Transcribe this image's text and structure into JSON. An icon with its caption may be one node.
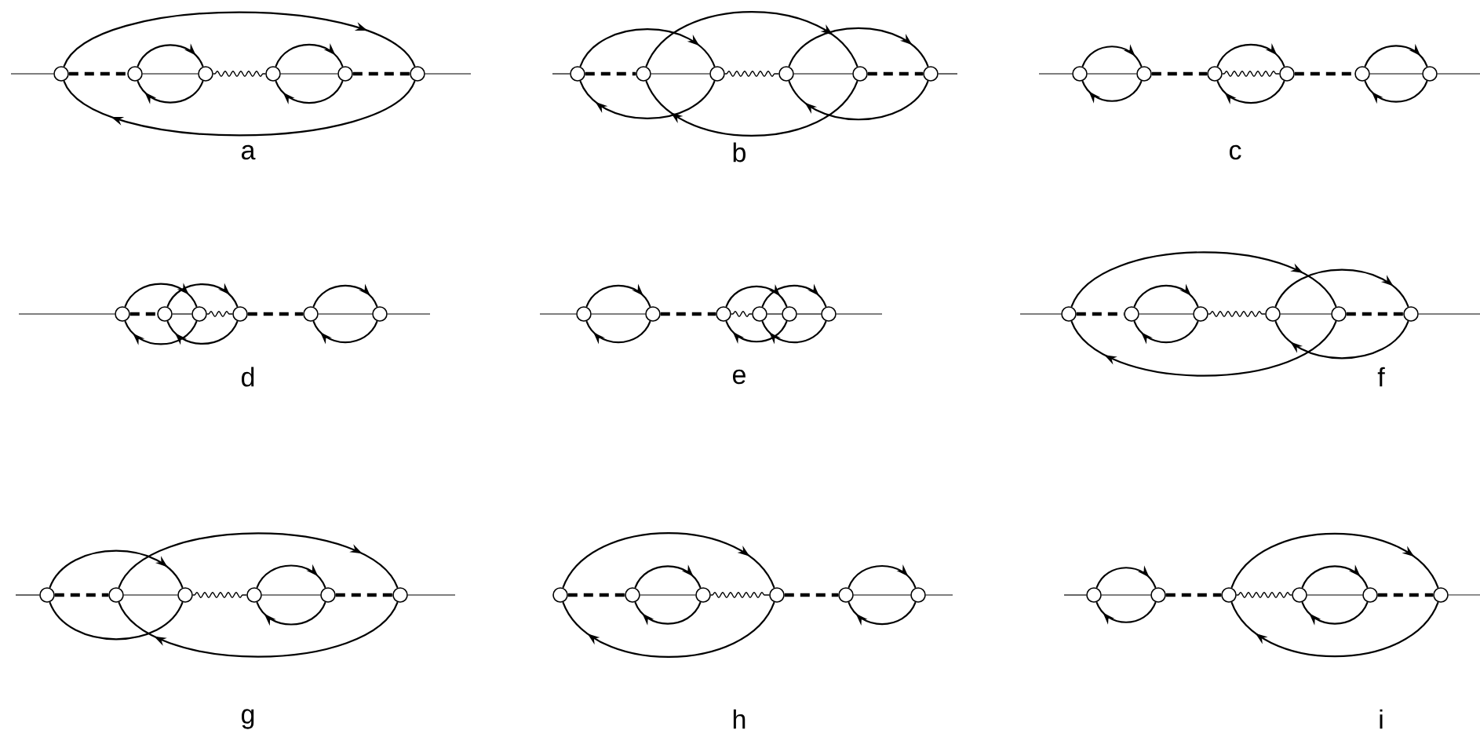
{
  "diagram": {
    "nodes": [
      {
        "text": [],
        "shape": "circle"
      },
      {
        "text": [],
        "shape": "circle"
      },
      {
        "text": [],
        "shape": "circle"
      },
      {
        "text": [],
        "shape": "circle"
      },
      {
        "text": [],
        "shape": "circle"
      },
      {
        "text": [],
        "shape": "circle"
      },
      {
        "text": [],
        "shape": "circle"
      },
      {
        "text": [],
        "shape": "circle"
      },
      {
        "text": [],
        "shape": "circle"
      },
      {
        "text": [],
        "shape": "circle"
      },
      {
        "text": [],
        "shape": "circle"
      },
      {
        "text": [],
        "shape": "circle"
      },
      {
        "text": [],
        "shape": "circle"
      },
      {
        "text": [],
        "shape": "circle"
      },
      {
        "text": [],
        "shape": "circle"
      },
      {
        "text": [],
        "shape": "circle"
      },
      {
        "text": [],
        "shape": "circle"
      },
      {
        "text": [],
        "shape": "circle"
      },
      {
        "text": [],
        "shape": "circle"
      },
      {
        "text": [],
        "shape": "circle"
      },
      {
        "text": [],
        "shape": "circle"
      },
      {
        "text": [],
        "shape": "circle"
      },
      {
        "text": [],
        "shape": "circle"
      },
      {
        "text": [],
        "shape": "circle"
      },
      {
        "text": [],
        "shape": "circle"
      },
      {
        "text": [],
        "shape": "circle"
      },
      {
        "text": [],
        "shape": "circle"
      },
      {
        "text": [],
        "shape": "circle"
      },
      {
        "text": [],
        "shape": "circle"
      },
      {
        "text": [],
        "shape": "circle"
      },
      {
        "text": [],
        "shape": "circle"
      },
      {
        "text": [],
        "shape": "circle"
      },
      {
        "text": [],
        "shape": "circle"
      },
      {
        "text": [],
        "shape": "circle"
      },
      {
        "text": [],
        "shape": "circle"
      },
      {
        "text": [],
        "shape": "circle"
      },
      {
        "text": [],
        "shape": "circle"
      },
      {
        "text": [],
        "shape": "circle"
      },
      {
        "text": [],
        "shape": "circle"
      },
      {
        "text": [],
        "shape": "circle"
      },
      {
        "text": [],
        "shape": "circle"
      },
      {
        "text": [],
        "shape": "circle"
      },
      {
        "text": [],
        "shape": "circle"
      },
      {
        "text": [],
        "shape": "circle"
      },
      {
        "text": [],
        "shape": "circle"
      },
      {
        "text": [],
        "shape": "circle"
      },
      {
        "text": [],
        "shape": "circle"
      },
      {
        "text": [],
        "shape": "circle"
      },
      {
        "text": [],
        "shape": "circle"
      },
      {
        "text": [],
        "shape": "circle"
      },
      {
        "text": [],
        "shape": "circle"
      },
      {
        "text": [],
        "shape": "circle"
      },
      {
        "text": [],
        "shape": "circle"
      },
      {
        "text": [],
        "shape": "circle"
      }
    ],
    "edges": [
      {
        "from": null,
        "to": 0,
        "arrow": "none"
      },
      {
        "from": 0,
        "to": 1,
        "arrow": "none",
        "style": "dashed"
      },
      {
        "from": 1,
        "to": 2,
        "arrow": "none"
      },
      {
        "from": 1,
        "to": 2,
        "arrow": "to"
      },
      {
        "from": 2,
        "to": 1,
        "arrow": "to"
      },
      {
        "from": 2,
        "to": 3,
        "arrow": "none"
      },
      {
        "from": 3,
        "to": 4,
        "arrow": "none"
      },
      {
        "from": 3,
        "to": 4,
        "arrow": "to"
      },
      {
        "from": 4,
        "to": 3,
        "arrow": "to"
      },
      {
        "from": 4,
        "to": 5,
        "arrow": "none",
        "style": "dashed"
      },
      {
        "from": 5,
        "to": null,
        "arrow": "none"
      },
      {
        "from": 0,
        "to": 5,
        "arrow": "to"
      },
      {
        "from": 5,
        "to": 0,
        "arrow": "to"
      },
      {
        "from": null,
        "to": 6,
        "arrow": "none"
      },
      {
        "from": 6,
        "to": 7,
        "arrow": "none",
        "style": "dashed"
      },
      {
        "from": 7,
        "to": 8,
        "arrow": "none"
      },
      {
        "from": 8,
        "to": 9,
        "arrow": "none"
      },
      {
        "from": 9,
        "to": 10,
        "arrow": "none"
      },
      {
        "from": 10,
        "to": 11,
        "arrow": "none",
        "style": "dashed"
      },
      {
        "from": 11,
        "to": null,
        "arrow": "none"
      },
      {
        "from": 6,
        "to": 8,
        "arrow": "to"
      },
      {
        "from": 8,
        "to": 6,
        "arrow": "to"
      },
      {
        "from": 7,
        "to": 10,
        "arrow": "to"
      },
      {
        "from": 10,
        "to": 7,
        "arrow": "to"
      },
      {
        "from": 9,
        "to": 11,
        "arrow": "to"
      },
      {
        "from": 11,
        "to": 9,
        "arrow": "to"
      },
      {
        "from": null,
        "to": 12,
        "arrow": "none"
      },
      {
        "from": 12,
        "to": 13,
        "arrow": "none"
      },
      {
        "from": 12,
        "to": 13,
        "arrow": "to"
      },
      {
        "from": 13,
        "to": 12,
        "arrow": "to"
      },
      {
        "from": 13,
        "to": 14,
        "arrow": "none",
        "style": "dashed"
      },
      {
        "from": 14,
        "to": 15,
        "arrow": "none"
      },
      {
        "from": 14,
        "to": 15,
        "arrow": "to"
      },
      {
        "from": 15,
        "to": 14,
        "arrow": "to"
      },
      {
        "from": 15,
        "to": 16,
        "arrow": "none",
        "style": "dashed"
      },
      {
        "from": 16,
        "to": 17,
        "arrow": "none"
      },
      {
        "from": 16,
        "to": 17,
        "arrow": "to"
      },
      {
        "from": 17,
        "to": 16,
        "arrow": "to"
      },
      {
        "from": 17,
        "to": null,
        "arrow": "none"
      },
      {
        "from": null,
        "to": 18,
        "arrow": "none"
      },
      {
        "from": 18,
        "to": 19,
        "arrow": "none",
        "style": "dashed"
      },
      {
        "from": 19,
        "to": 20,
        "arrow": "none"
      },
      {
        "from": 20,
        "to": 21,
        "arrow": "none"
      },
      {
        "from": 21,
        "to": 22,
        "arrow": "none",
        "style": "dashed"
      },
      {
        "from": 22,
        "to": 23,
        "arrow": "none"
      },
      {
        "from": 22,
        "to": 23,
        "arrow": "to"
      },
      {
        "from": 23,
        "to": 22,
        "arrow": "to"
      },
      {
        "from": 23,
        "to": null,
        "arrow": "none"
      },
      {
        "from": 18,
        "to": 20,
        "arrow": "to"
      },
      {
        "from": 20,
        "to": 18,
        "arrow": "to"
      },
      {
        "from": 19,
        "to": 21,
        "arrow": "to"
      },
      {
        "from": 21,
        "to": 19,
        "arrow": "to"
      },
      {
        "from": null,
        "to": 24,
        "arrow": "none"
      },
      {
        "from": 24,
        "to": 25,
        "arrow": "none"
      },
      {
        "from": 24,
        "to": 25,
        "arrow": "to"
      },
      {
        "from": 25,
        "to": 24,
        "arrow": "to"
      },
      {
        "from": 25,
        "to": 26,
        "arrow": "none",
        "style": "dashed"
      },
      {
        "from": 26,
        "to": 27,
        "arrow": "none"
      },
      {
        "from": 27,
        "to": 28,
        "arrow": "none"
      },
      {
        "from": 28,
        "to": 29,
        "arrow": "none"
      },
      {
        "from": 26,
        "to": 28,
        "arrow": "to"
      },
      {
        "from": 28,
        "to": 26,
        "arrow": "to"
      },
      {
        "from": 27,
        "to": 29,
        "arrow": "to"
      },
      {
        "from": 29,
        "to": 27,
        "arrow": "to"
      },
      {
        "from": 29,
        "to": null,
        "arrow": "none"
      },
      {
        "from": null,
        "to": 30,
        "arrow": "none"
      },
      {
        "from": 30,
        "to": 31,
        "arrow": "none",
        "style": "dashed"
      },
      {
        "from": 31,
        "to": 32,
        "arrow": "none"
      },
      {
        "from": 31,
        "to": 32,
        "arrow": "to"
      },
      {
        "from": 32,
        "to": 31,
        "arrow": "to"
      },
      {
        "from": 32,
        "to": 33,
        "arrow": "none"
      },
      {
        "from": 33,
        "to": 34,
        "arrow": "none"
      },
      {
        "from": 34,
        "to": 35,
        "arrow": "none",
        "style": "dashed"
      },
      {
        "from": 35,
        "to": null,
        "arrow": "none"
      },
      {
        "from": 30,
        "to": 34,
        "arrow": "to"
      },
      {
        "from": 34,
        "to": 30,
        "arrow": "to"
      },
      {
        "from": 33,
        "to": 35,
        "arrow": "to"
      },
      {
        "from": 35,
        "to": 33,
        "arrow": "to"
      },
      {
        "from": null,
        "to": 36,
        "arrow": "none"
      },
      {
        "from": 36,
        "to": 37,
        "arrow": "none",
        "style": "dashed"
      },
      {
        "from": 37,
        "to": 38,
        "arrow": "none"
      },
      {
        "from": 38,
        "to": 39,
        "arrow": "none"
      },
      {
        "from": 39,
        "to": 40,
        "arrow": "none"
      },
      {
        "from": 39,
        "to": 40,
        "arrow": "to"
      },
      {
        "from": 40,
        "to": 39,
        "arrow": "to"
      },
      {
        "from": 40,
        "to": 41,
        "arrow": "none",
        "style": "dashed"
      },
      {
        "from": 41,
        "to": null,
        "arrow": "none"
      },
      {
        "from": 36,
        "to": 38,
        "arrow": "to"
      },
      {
        "from": 38,
        "to": 36,
        "arrow": "none"
      },
      {
        "from": 37,
        "to": 41,
        "arrow": "to"
      },
      {
        "from": 41,
        "to": 37,
        "arrow": "to"
      },
      {
        "from": 42,
        "to": 43,
        "arrow": "none",
        "style": "dashed"
      },
      {
        "from": 43,
        "to": 44,
        "arrow": "none"
      },
      {
        "from": 43,
        "to": 44,
        "arrow": "to"
      },
      {
        "from": 44,
        "to": 43,
        "arrow": "to"
      },
      {
        "from": 44,
        "to": 45,
        "arrow": "none"
      },
      {
        "from": 45,
        "to": 46,
        "arrow": "none",
        "style": "dashed"
      },
      {
        "from": 46,
        "to": 47,
        "arrow": "none"
      },
      {
        "from": 46,
        "to": 47,
        "arrow": "to"
      },
      {
        "from": 47,
        "to": 46,
        "arrow": "to"
      },
      {
        "from": 47,
        "to": null,
        "arrow": "none"
      },
      {
        "from": 42,
        "to": 45,
        "arrow": "to"
      },
      {
        "from": 45,
        "to": 42,
        "arrow": "to"
      },
      {
        "from": null,
        "to": 48,
        "arrow": "none"
      },
      {
        "from": 48,
        "to": 49,
        "arrow": "none"
      },
      {
        "from": 48,
        "to": 49,
        "arrow": "to"
      },
      {
        "from": 49,
        "to": 48,
        "arrow": "to"
      },
      {
        "from": 49,
        "to": 50,
        "arrow": "none",
        "style": "dashed"
      },
      {
        "from": 50,
        "to": 51,
        "arrow": "none"
      },
      {
        "from": 51,
        "to": 52,
        "arrow": "none"
      },
      {
        "from": 51,
        "to": 52,
        "arrow": "to"
      },
      {
        "from": 52,
        "to": 51,
        "arrow": "to"
      },
      {
        "from": 52,
        "to": 53,
        "arrow": "none",
        "style": "dashed"
      },
      {
        "from": 53,
        "to": null,
        "arrow": "none"
      },
      {
        "from": 50,
        "to": 53,
        "arrow": "to"
      },
      {
        "from": 53,
        "to": 50,
        "arrow": "to"
      }
    ],
    "labels": [
      "a",
      "b",
      "c",
      "d",
      "e",
      "f",
      "g",
      "h",
      "i"
    ]
  }
}
